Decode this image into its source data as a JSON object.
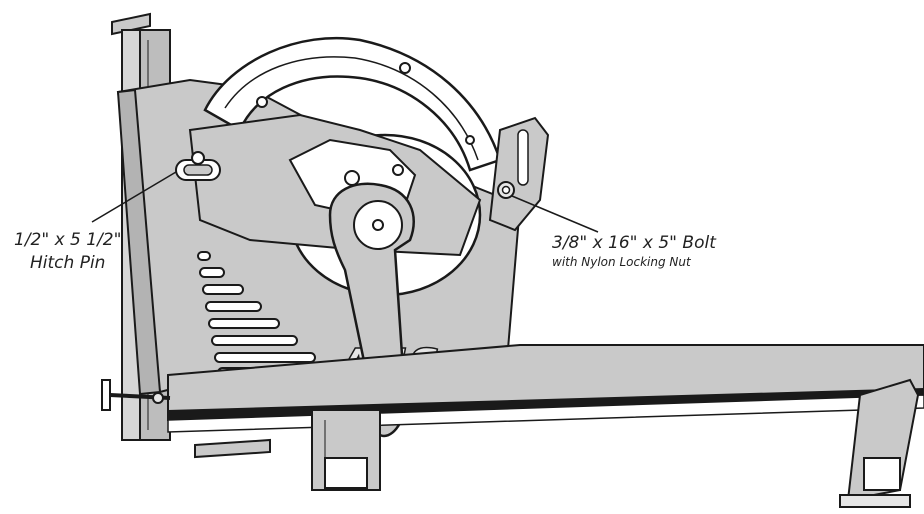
{
  "diagram": {
    "colors": {
      "outline": "#1a1a1a",
      "panel_fill": "#c9c9c9",
      "panel_shade": "#b3b3b3",
      "light_fill": "#e6e6e6",
      "white": "#ffffff",
      "label_text": "#222222"
    },
    "callouts": {
      "hitch_pin": {
        "line1": "1/2\" x 5 1/2\"",
        "line2": "Hitch Pin"
      },
      "bolt": {
        "line1": "3/8\" x 16\" x 5\" Bolt",
        "line2": "with Nylon Locking Nut"
      }
    },
    "logo": "AES"
  }
}
